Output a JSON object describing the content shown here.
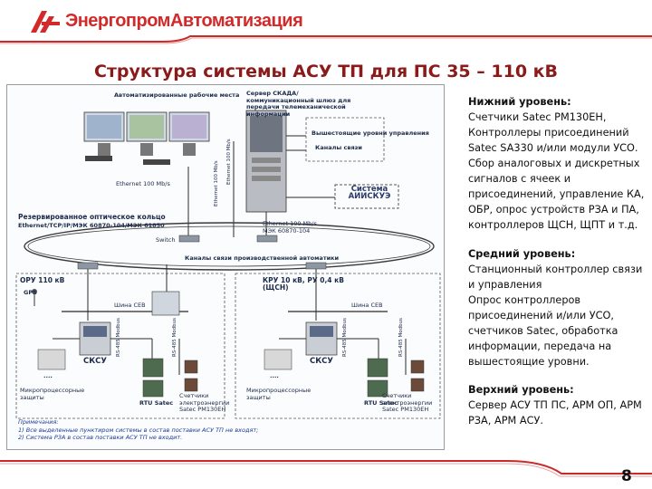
{
  "header": {
    "company_name": "ЭнергопромАвтоматизация"
  },
  "title": "Структура системы АСУ ТП для ПС 35 – 110 кВ",
  "diagram": {
    "ws_label": "Автоматизированные рабочие места",
    "server_label": "Сервер СКАДА/ коммуникационный шлюз для передачи телемеханической информации",
    "upper_levels": "Вышестоящие уровни управления",
    "comm_channels": "Каналы связи",
    "askue_label": "Система АИИСКУЭ",
    "eth_label_1": "Ethernet 100 Mb/s",
    "eth_label_2": "Ethernet 100 Mb/s",
    "eth_label_3": "Ethernet 100 Mb/s",
    "ring_label": "Резервированное оптическое кольцо",
    "ring_protocol": "Ethernet/TCP/IP/МЭК 60870-104/МЭК 61850",
    "eth_mek": "Ethernet 100 Mb/s МЭК 60870-104",
    "switch_label": "Switch",
    "process_channel": "Каналы связи производственной автоматики",
    "oru_label": "ОРУ 110 кВ",
    "gps_label": "GPS",
    "sev_bus_1": "Шина СЕВ",
    "sev_bus_2": "Шина СЕВ",
    "sksu_1": "СКСУ",
    "sksu_2": "СКСУ",
    "kru_label": "КРУ 10 кВ, РУ 0,4 кВ (ЩСН)",
    "rs485_a": "RS-485 Modbus",
    "rs485_b": "RS-485 Modbus",
    "rs485_c": "RS-485 Modbus",
    "rs485_d": "RS-485 Modbus",
    "micro_prot_1": "Микропроцессорные защиты",
    "micro_prot_2": "Микропроцессорные защиты",
    "rtu_1": "RTU Satec",
    "rtu_2": "RTU Satec",
    "meters_1": "Счетчики электроэнергии Satec PM130EH",
    "meters_2": "Счетчики электроэнергии Satec PM130EH",
    "dots": "....",
    "notes_title": "Примечания:",
    "note_1": "1) Все выделенные пунктиром системы в состав поставки АСУ ТП не входят;",
    "note_2": "2) Система РЗА в состав поставки АСУ ТП не входит."
  },
  "levels": [
    {
      "heading": "Нижний уровень:",
      "lines": [
        "Счетчики Satec PM130EH,",
        "Контроллеры присоединений",
        "Satec SA330 и/или модули УСО.",
        "Сбор аналоговых и дискретных",
        "сигналов с ячеек и",
        "присоединений, управление КА,",
        "ОБР, опрос устройств РЗА и ПА,",
        "контроллеров ЩСН, ЩПТ и т.д."
      ]
    },
    {
      "heading": "Средний уровень:",
      "lines": [
        "Станционный контроллер связи",
        "и управления",
        "Опрос контроллеров",
        "присоединений и/или УСО,",
        "счетчиков Satec, обработка",
        "информации, передача на",
        "вышестоящие уровни."
      ]
    },
    {
      "heading": "Верхний уровень:",
      "lines": [
        "Сервер АСУ ТП ПС, АРМ ОП, АРМ",
        "РЗА, АРМ АСУ."
      ]
    }
  ],
  "page_number": "8",
  "colors": {
    "brand_red": "#d22a2a",
    "title_red": "#8b1a1a",
    "diagram_line": "#2a2a2a",
    "dashed": "#555555"
  }
}
